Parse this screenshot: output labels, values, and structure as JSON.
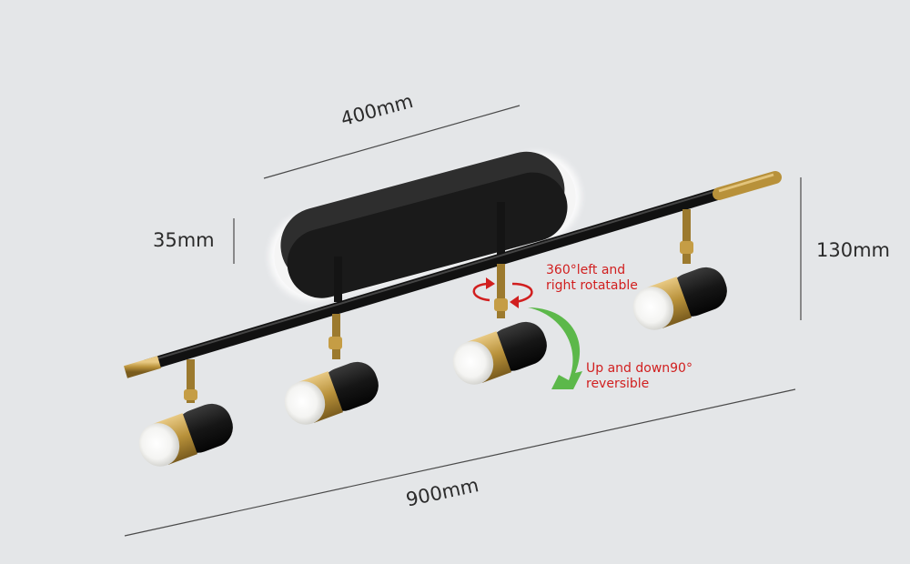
{
  "dimensions": {
    "length_top": "400mm",
    "height_canopy": "35mm",
    "height_total": "130mm",
    "length_total": "900mm"
  },
  "annotations": {
    "rotate_line1": "360°left and",
    "rotate_line2": "right rotatable",
    "tilt_line1": "Up and down90°",
    "tilt_line2": "reversible"
  },
  "colors": {
    "background": "#e4e6e8",
    "fixture_black": "#1c1c1c",
    "brass": "#b8913a",
    "annotation_red": "#d11f1f",
    "arrow_green": "#5cb84a"
  }
}
